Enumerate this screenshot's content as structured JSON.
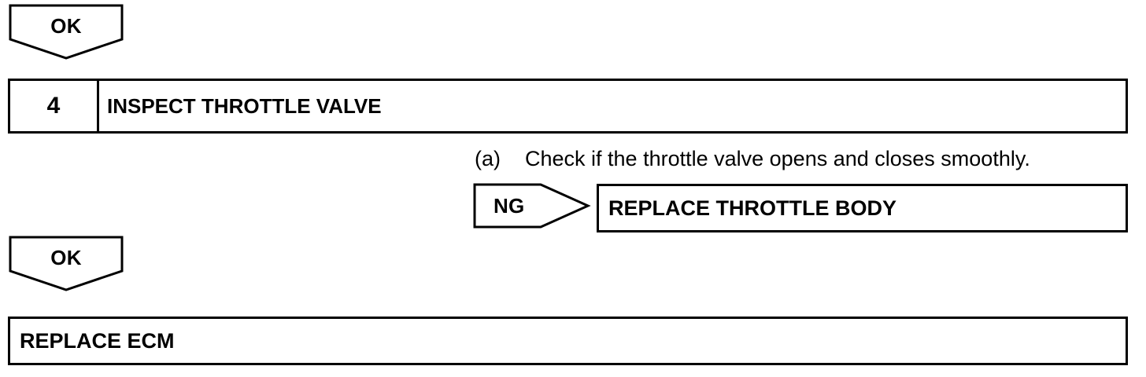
{
  "flow": {
    "ok_top": "OK",
    "step": {
      "number": "4",
      "title": "INSPECT THROTTLE VALVE"
    },
    "instruction": {
      "marker": "(a)",
      "text": "Check if the throttle valve opens and closes smoothly."
    },
    "ng": {
      "label": "NG",
      "result": "REPLACE THROTTLE BODY"
    },
    "ok_bottom": "OK",
    "final_result": "REPLACE ECM"
  }
}
